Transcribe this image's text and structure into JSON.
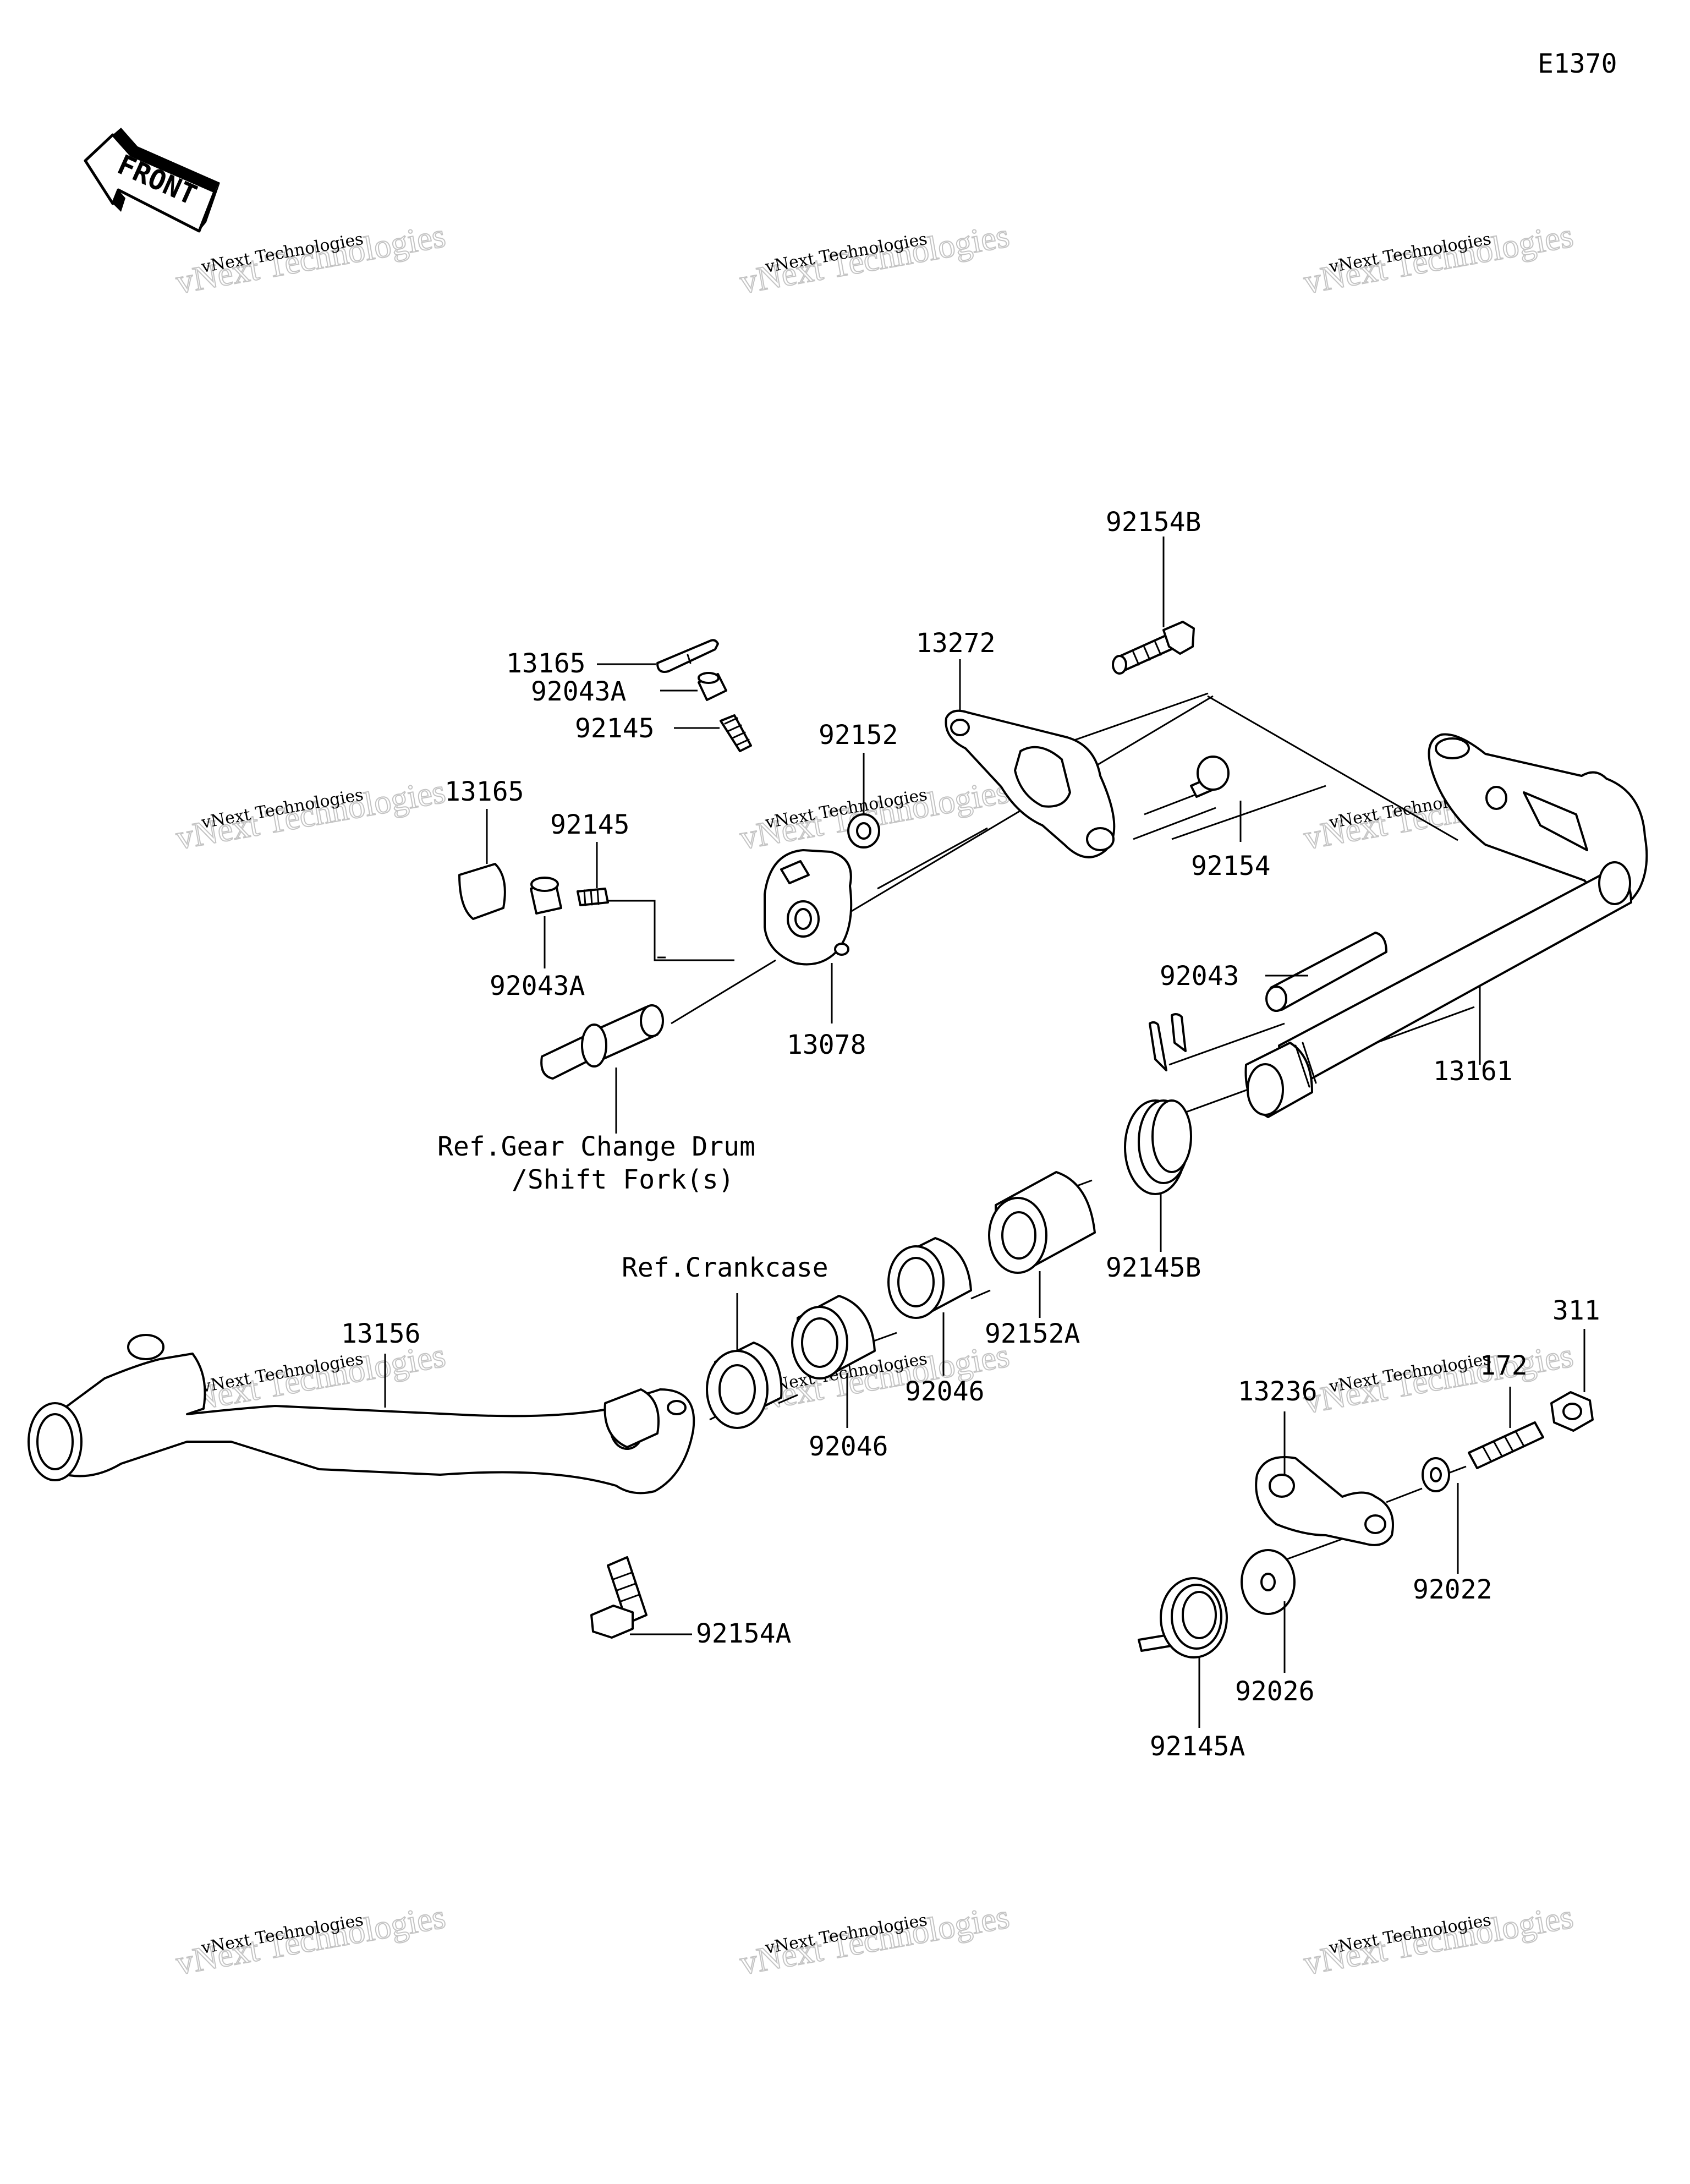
{
  "diagram": {
    "code": "E1370",
    "front_label": "FRONT",
    "parts": [
      {
        "id": "p92154B",
        "label": "92154B"
      },
      {
        "id": "p13272",
        "label": "13272"
      },
      {
        "id": "p13165a",
        "label": "13165"
      },
      {
        "id": "p92043Aa",
        "label": "92043A"
      },
      {
        "id": "p92145a",
        "label": "92145"
      },
      {
        "id": "p92152",
        "label": "92152"
      },
      {
        "id": "p13165b",
        "label": "13165"
      },
      {
        "id": "p92145b",
        "label": "92145"
      },
      {
        "id": "p92154",
        "label": "92154"
      },
      {
        "id": "p92043Ab",
        "label": "92043A"
      },
      {
        "id": "p92043",
        "label": "92043"
      },
      {
        "id": "p13078",
        "label": "13078"
      },
      {
        "id": "p13161",
        "label": "13161"
      },
      {
        "id": "pRefGear1",
        "label": "Ref.Gear Change Drum"
      },
      {
        "id": "pRefGear2",
        "label": "/Shift Fork(s)"
      },
      {
        "id": "pRefCrank",
        "label": "Ref.Crankcase"
      },
      {
        "id": "p92145B",
        "label": "92145B"
      },
      {
        "id": "p13156",
        "label": "13156"
      },
      {
        "id": "p92152A",
        "label": "92152A"
      },
      {
        "id": "p92046a",
        "label": "92046"
      },
      {
        "id": "p92046b",
        "label": "92046"
      },
      {
        "id": "p311",
        "label": "311"
      },
      {
        "id": "p172",
        "label": "172"
      },
      {
        "id": "p13236",
        "label": "13236"
      },
      {
        "id": "p92022",
        "label": "92022"
      },
      {
        "id": "p92154A",
        "label": "92154A"
      },
      {
        "id": "p92026",
        "label": "92026"
      },
      {
        "id": "p92145A",
        "label": "92145A"
      }
    ],
    "watermark": {
      "line1": "vNext Technologies",
      "line2": "vNext Technologies"
    }
  }
}
